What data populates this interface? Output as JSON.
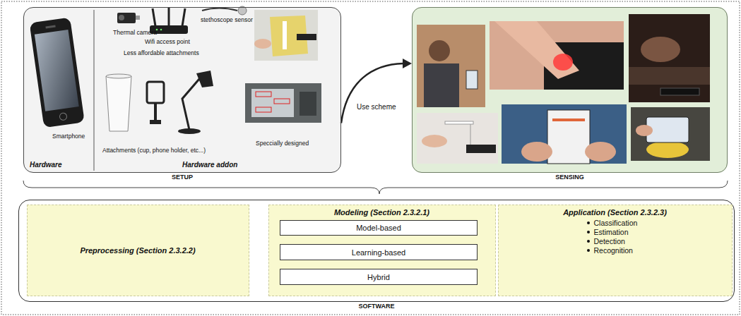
{
  "diagram": {
    "nodes": [
      {
        "text": [
          "SETUP"
        ]
      },
      {
        "text": [
          "SENSING"
        ]
      },
      {
        "text": [
          "SOFTWARE"
        ]
      },
      {
        "text": [
          "Preprocessing (Section 2.3.2.2)"
        ],
        "in": 2
      },
      {
        "text": [
          "Modeling (Section 2.3.2.1)"
        ],
        "in": 2
      },
      {
        "text": [
          "Model-based"
        ],
        "in": 4
      },
      {
        "text": [
          "Learning-based"
        ],
        "in": 4
      },
      {
        "text": [
          "Hybrid"
        ],
        "in": 4
      },
      {
        "text": [
          "Application (Section 2.3.2.3)",
          "Classification",
          "Estimation",
          "Detection",
          "Recognition"
        ],
        "in": 2
      }
    ],
    "edges": [
      {
        "from": 0,
        "to": 1,
        "label": "Use scheme",
        "arrow": "to"
      }
    ],
    "labels": [
      "Thermal camera",
      "Wifi access point",
      "stethoscope sensor",
      "Less affordable attachments",
      "Smartphone",
      "Attachments (cup, phone holder, etc...)",
      "Speccially designed",
      "Hardware",
      "Hardware addon"
    ]
  }
}
